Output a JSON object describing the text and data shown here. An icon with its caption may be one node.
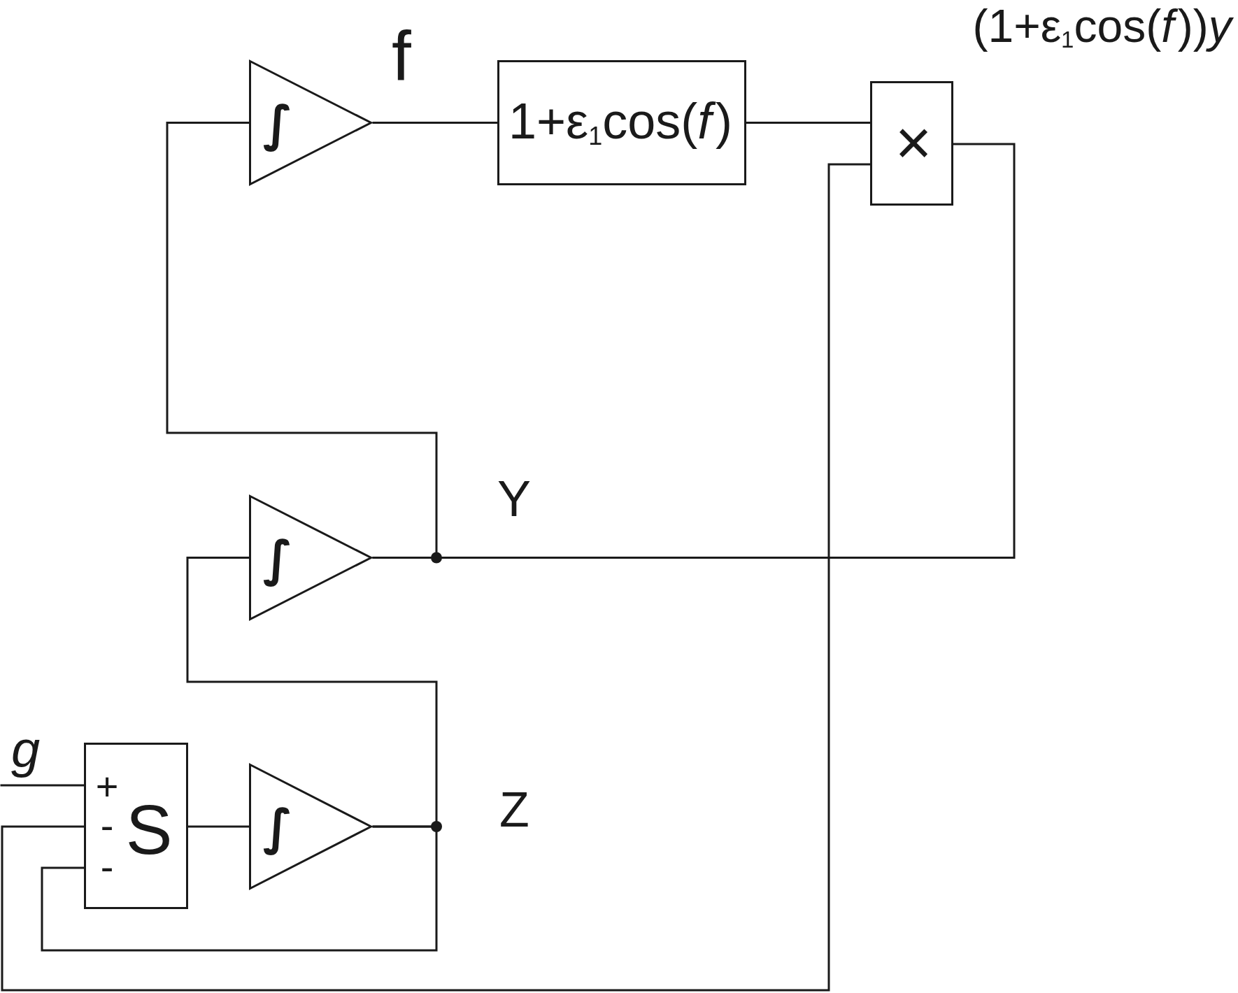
{
  "diagram": {
    "nodes": [
      {
        "text": [
          "∫"
        ]
      },
      {
        "text": [
          "1+ε$_{1}$cos(*f*)"
        ]
      },
      {
        "text": [
          "×"
        ],
        "beside": [
          "(1+ε$_{1}$cos(*f*))*y*"
        ]
      },
      {
        "text": [
          "∫"
        ],
        "beside": [
          "Y"
        ]
      },
      {
        "text": [
          "g"
        ]
      },
      {
        "text": [
          "+",
          "-",
          "S",
          "-"
        ]
      },
      {
        "text": [
          "∫"
        ],
        "beside": [
          "Z"
        ]
      }
    ],
    "edges": [
      {
        "from": 0,
        "to": 1,
        "arrow": "none",
        "label": "f"
      },
      {
        "from": 1,
        "to": 2,
        "arrow": "none"
      },
      {
        "from": 3,
        "to": 0,
        "arrow": "none"
      },
      {
        "from": 3,
        "to": 2,
        "arrow": "none"
      },
      {
        "from": 2,
        "to": 5,
        "arrow": "none"
      },
      {
        "from": 4,
        "to": 5,
        "arrow": "none"
      },
      {
        "from": 5,
        "to": 6,
        "arrow": "none"
      },
      {
        "from": 6,
        "to": 3,
        "arrow": "none"
      },
      {
        "from": 6,
        "to": 5,
        "arrow": "none"
      }
    ]
  }
}
